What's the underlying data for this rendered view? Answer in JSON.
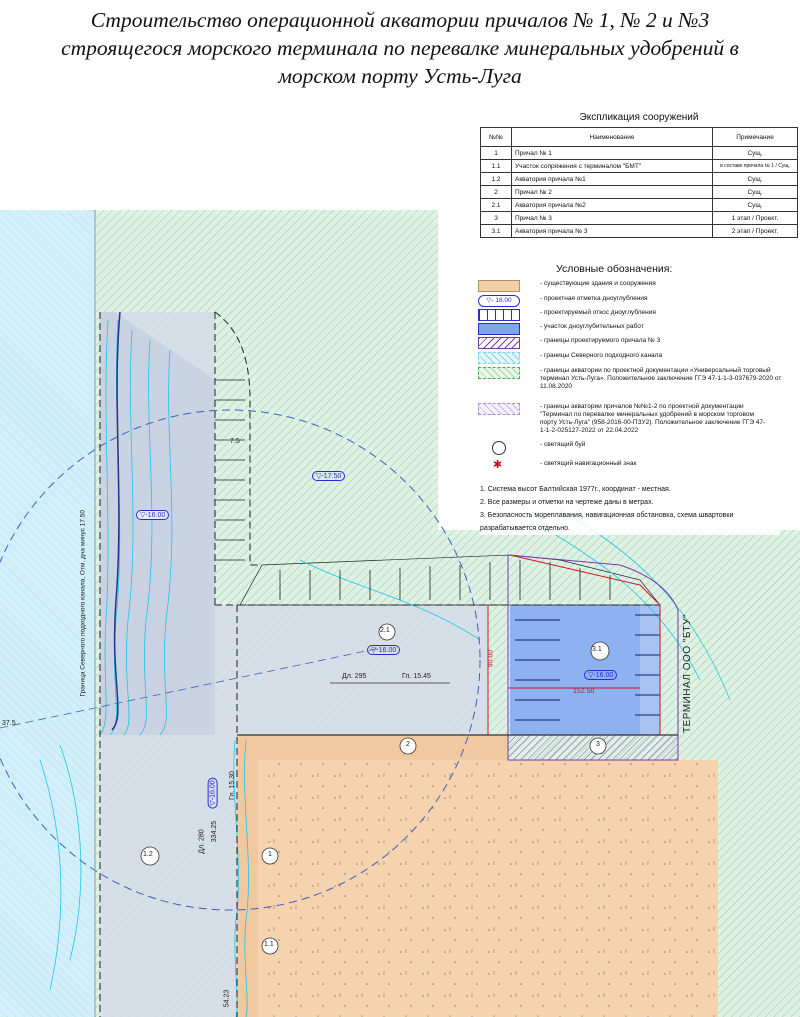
{
  "title": {
    "line1": "Строительство операционной акватории причалов № 1, № 2 и №3",
    "line2": "строящегося морского терминала по перевалке минеральных удобрений в",
    "line3": "морском порту Усть-Луга"
  },
  "explication": {
    "title": "Экспликация сооружений",
    "headers": [
      "№№",
      "Наименование",
      "Примечание"
    ],
    "rows": [
      {
        "num": "1",
        "name": "Причал № 1",
        "note": "Сущ."
      },
      {
        "num": "1.1",
        "name": "Участок сопряжения с терминалом \"БМТ\"",
        "note": "в составе причала № 1 / Сущ."
      },
      {
        "num": "1.2",
        "name": "Акватория причала №1",
        "note": "Сущ."
      },
      {
        "num": "2",
        "name": "Причал № 2",
        "note": "Сущ."
      },
      {
        "num": "2.1",
        "name": "Акватория причала №2",
        "note": "Сущ."
      },
      {
        "num": "3",
        "name": "Причал № 3",
        "note": "1 этап / Проект."
      },
      {
        "num": "3.1",
        "name": "Акватория причала № 3",
        "note": "2 этап / Проект."
      }
    ]
  },
  "legend": {
    "title": "Условные обозначения:",
    "items": [
      {
        "text": "- существующие здания и сооружения",
        "swatch": "building",
        "color": "#f3cfa6"
      },
      {
        "text": "- проектная отметка дноуглубления",
        "swatch": "mark",
        "mark_label": "▽- 16.00",
        "color": "#2b2bd1"
      },
      {
        "text": "- проектируемый откос дноуглубления",
        "swatch": "slope",
        "color": "#2b2bd1"
      },
      {
        "text": "- участок дноуглубительных работ",
        "swatch": "dredge",
        "color": "#7fa7f0"
      },
      {
        "text": "- границы проектируемого причала № 3",
        "swatch": "berth3",
        "color": "#7a3aa8"
      },
      {
        "text": "- границы Северного подходного канала",
        "swatch": "channel",
        "color": "#7fd3ea"
      },
      {
        "text": "- границы акватории по проектной документации «Универсальный торговый терминал Усть-Луга». Положительное заключение ГГЭ 47-1-1-3-037679-2020 от 11.08.2020",
        "swatch": "green",
        "color": "#4caf50"
      },
      {
        "text": "- границы акватории причалов №№1-2 по проектной документации \"Терминал по перевалке минеральных удобрений в морском торговом порту Усть-Луга\" (958-2016-00-ПЗУ2). Положительное заключение ГГЭ 47-1-1-2-025127-2022 от 22.04.2022",
        "swatch": "violet",
        "color": "#a58ad6"
      },
      {
        "text": "- светящий буй",
        "swatch": "buoy",
        "color": "#333333"
      },
      {
        "text": "- светящий навигационный знак",
        "swatch": "navsign",
        "color": "#c0102a"
      }
    ]
  },
  "notes": [
    "1. Система высот Балтийская 1977г., координат - местная.",
    "2. Все размеры и отметки на чертеже даны в метрах.",
    "3. Безопасность мореплавания, навигационная обстановка, схема швартовки разрабатывается отдельно."
  ],
  "map_labels": {
    "depth_17_50": "▽-17.50",
    "depth_16_00_left": "▽-16.00",
    "depth_16_00_21": "▽-16.00",
    "depth_16_00_31": "▽-16.00",
    "depth_16_00_12": "▽-16.00",
    "area_2_1": "2.1",
    "area_3_1": "3.1",
    "area_1_2": "1.2",
    "area_1_1": "1.1",
    "berth_1": "1",
    "berth_2": "2",
    "berth_3": "3",
    "dim_295": "Дл. 295",
    "dim_1545": "Гл. 15.45",
    "dim_15250": "152.50",
    "dim_9000": "90.00",
    "dim_280": "Дл. 280",
    "dim_1530": "Гл. 15.30",
    "dim_33425": "334.25",
    "dim_5423": "54.23",
    "dim_75": "7.5",
    "dim_375": "37.5",
    "channel_label": "Граница Северного подходного канала. Отм. дна минус 17.50",
    "terminal_label": "ТЕРМИНАЛ ООО \"БТУ\""
  },
  "colors": {
    "channel": "#c6ecf8",
    "contour": "#1ec7e6",
    "land": "#f4d3ae",
    "basin": "#cfd6ea",
    "dredge": "#8eb2f0",
    "green_hatch": "#c9e7d3",
    "violet": "#7a3aa8",
    "red_line": "#d0132a"
  }
}
